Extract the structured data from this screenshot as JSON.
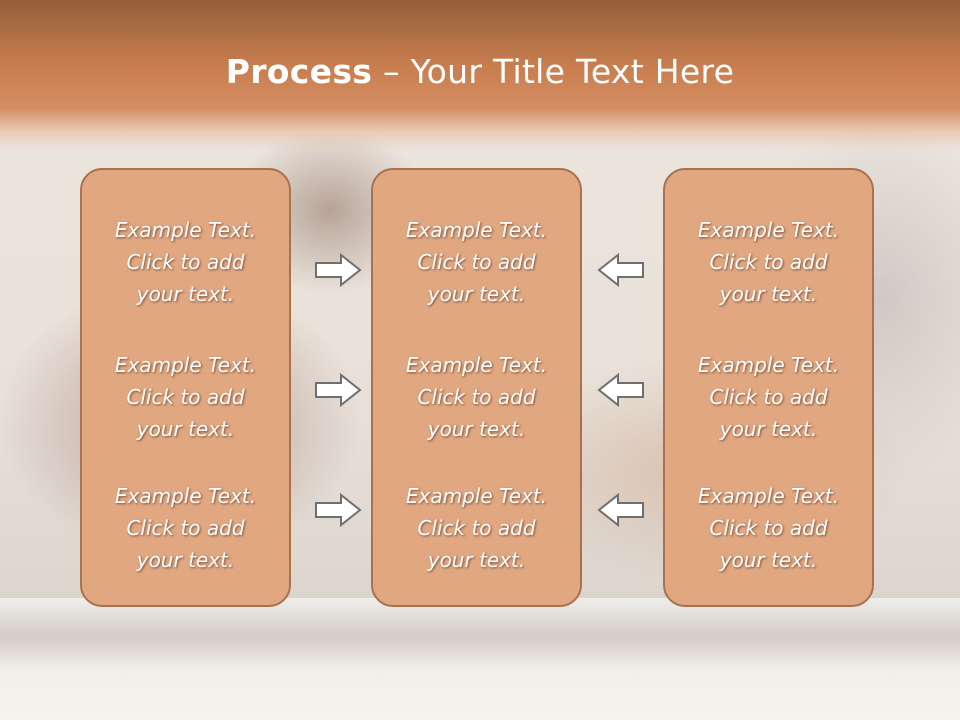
{
  "slide": {
    "title_bold": "Process",
    "title_rest": " – Your Title Text Here"
  },
  "columns": [
    {
      "name": "left",
      "items": [
        {
          "line1": "Example Text.",
          "line2": "Click  to add",
          "line3": "your text."
        },
        {
          "line1": "Example Text.",
          "line2": "Click  to add",
          "line3": "your text."
        },
        {
          "line1": "Example Text.",
          "line2": "Click  to add",
          "line3": "your text."
        }
      ]
    },
    {
      "name": "middle",
      "items": [
        {
          "line1": "Example Text.",
          "line2": "Click  to add",
          "line3": "your text."
        },
        {
          "line1": "Example Text.",
          "line2": "Click  to add",
          "line3": "your text."
        },
        {
          "line1": "Example Text.",
          "line2": "Click  to add",
          "line3": "your text."
        }
      ]
    },
    {
      "name": "right",
      "items": [
        {
          "line1": "Example Text.",
          "line2": "Click  to add",
          "line3": "your text."
        },
        {
          "line1": "Example Text.",
          "line2": "Click  to add",
          "line3": "your text."
        },
        {
          "line1": "Example Text.",
          "line2": "Click  to add",
          "line3": "your text."
        }
      ]
    }
  ],
  "arrows": {
    "left_to_middle": "arrow-right-icon",
    "right_to_middle": "arrow-left-icon"
  },
  "colors": {
    "header": "#c97e4f",
    "box_fill": "#e0a780",
    "box_border": "#a8714f",
    "text": "#ffffff"
  }
}
